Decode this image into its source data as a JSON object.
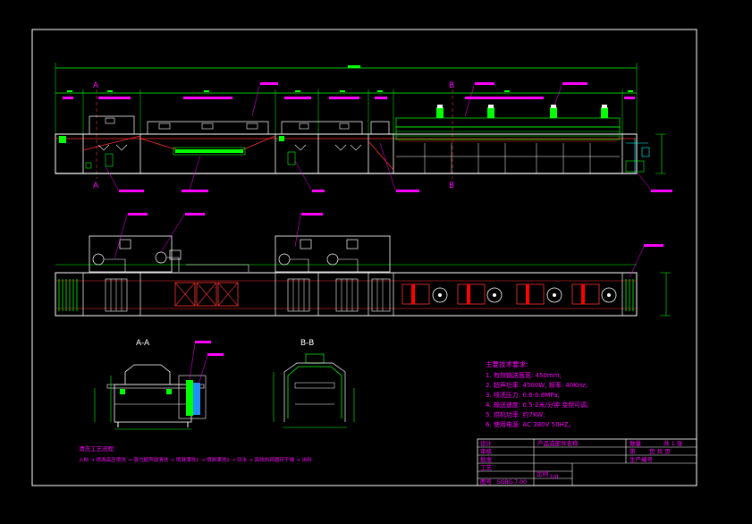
{
  "colors": {
    "background": "#000000",
    "frame": "#ffffff",
    "equipment": "#ffffff",
    "dimension": "#00ff00",
    "callout": "#ff00ff",
    "cutline": "#ff3030",
    "heater": "#ff0000",
    "cyan": "#00ffff",
    "pump_blue": "#1e90ff"
  },
  "section_marks": {
    "a_top": "A",
    "a_bottom": "A",
    "b_top": "B",
    "b_bottom": "B",
    "view_aa": "A-A",
    "view_bb": "B-B"
  },
  "specs": {
    "title": "主要技术要求:",
    "lines": [
      "1. 有效输送面宽: 450mm;",
      "2. 超声功率: 4500W, 频率: 40KHz;",
      "3. 喷洗压力: 0.6-0.8MPa;",
      "4. 输送速度: 0.5-2米/分钟 变频可调;",
      "5. 烘机功率: 约7KW;",
      "6. 使用电源: AC 380V 50HZ。"
    ]
  },
  "process": {
    "title": "清洗工艺流程:",
    "flow": "入料 → 喷淋高压喷洗 → 强力超声波清洗 → 喷淋漂洗1 → 喷淋漂洗2 → 切水 → 高效热风循环干燥 → 出料"
  },
  "title_block": {
    "design": "设计",
    "review": "审核",
    "approve": "批准",
    "process": "工艺",
    "product_name_label": "产品或部件名称",
    "quantity_label": "数量",
    "quantity_value": "共 1 张",
    "sheet_label": "第",
    "sheet_value": "页 共 页",
    "production_no_label": "生产编号",
    "scale_label": "比例",
    "scale_value": "1/0",
    "drawing_no_label": "图号",
    "drawing_no_value": "SGBG-7-00"
  }
}
